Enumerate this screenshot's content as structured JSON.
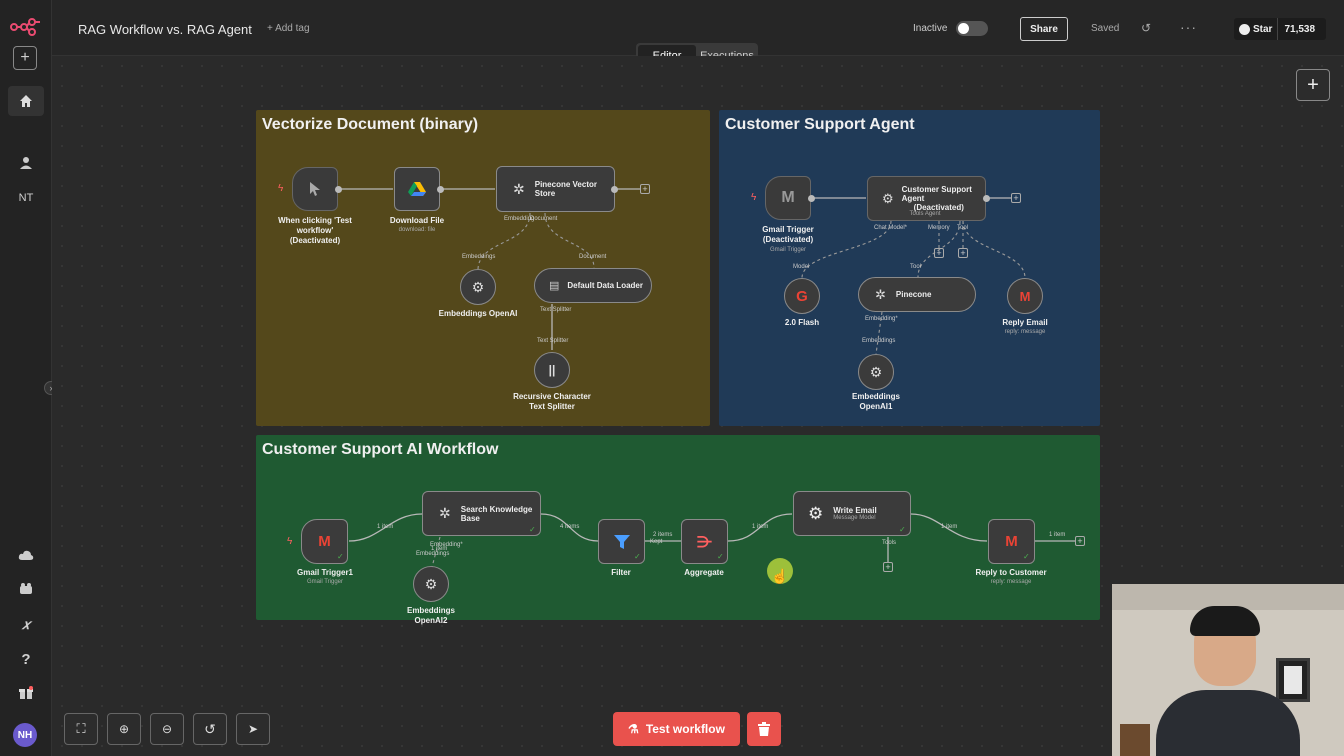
{
  "header": {
    "title": "RAG Workflow vs. RAG Agent",
    "add_tag": "+ Add tag",
    "status_label": "Inactive",
    "share_label": "Share",
    "saved_label": "Saved",
    "star_label": "Star",
    "star_count": "71,538"
  },
  "tabs": [
    {
      "label": "Editor"
    },
    {
      "label": "Executions"
    }
  ],
  "sidebar": {
    "initials": "NT",
    "avatar": "NH"
  },
  "stickies": {
    "vectorize": {
      "title": "Vectorize Document (binary)",
      "color": "#54481b"
    },
    "agent": {
      "title": "Customer Support Agent",
      "color": "#203a57"
    },
    "workflow": {
      "title": "Customer Support AI Workflow",
      "color": "#1f5a32"
    }
  },
  "vectorize": {
    "trigger": {
      "label": "When clicking 'Test\nworkflow'\n(Deactivated)"
    },
    "download": {
      "label": "Download File",
      "sub": "download: file"
    },
    "pinecone": {
      "label": "Pinecone Vector\nStore"
    },
    "embeddings": {
      "label": "Embeddings OpenAI"
    },
    "loader": {
      "label": "Default Data Loader"
    },
    "splitter": {
      "label": "Recursive Character\nText Splitter"
    },
    "edges": {
      "embedding": "Embedding",
      "document": "Document",
      "embeddings": "Embeddings",
      "doc_input": "Document",
      "text_splitter_in": "Text Splitter",
      "text_splitter": "Text Splitter"
    }
  },
  "agent": {
    "gmail": {
      "label": "Gmail Trigger\n(Deactivated)",
      "sub": "Gmail Trigger"
    },
    "support": {
      "label": "Customer Support\nAgent",
      "status": "(Deactivated)",
      "sub": "Tools Agent"
    },
    "flash": {
      "label": "2.0 Flash"
    },
    "pinecone": {
      "label": "Pinecone"
    },
    "reply": {
      "label": "Reply Email",
      "sub": "reply: message"
    },
    "embeddings": {
      "label": "Embeddings\nOpenAI1"
    },
    "edges": {
      "chat_model": "Chat Model*",
      "memory": "Memory",
      "tool": "Tool",
      "model": "Model",
      "tool2": "Tool",
      "embedding": "Embedding*",
      "embeddings": "Embeddings"
    }
  },
  "workflow": {
    "gmail": {
      "label": "Gmail Trigger1",
      "sub": "Gmail Trigger"
    },
    "search": {
      "label": "Search Knowledge\nBase"
    },
    "embeddings": {
      "label": "Embeddings\nOpenAI2"
    },
    "filter": {
      "label": "Filter"
    },
    "aggregate": {
      "label": "Aggregate"
    },
    "write": {
      "label": "Write Email",
      "sub": "Message Model"
    },
    "reply": {
      "label": "Reply to Customer",
      "sub": "reply: message"
    },
    "edges": {
      "e1": "1 item",
      "e2": "4 items",
      "e3": "2 items",
      "e3b": "Kept",
      "e4": "1 item",
      "e5": "1 item",
      "e6": "1 item",
      "embedding": "Embedding*",
      "embeddings": "Embeddings",
      "embed_count": "1 item",
      "tools": "Tools"
    }
  },
  "footer": {
    "test_label": "Test workflow"
  },
  "colors": {
    "accent": "#ff6d5a",
    "test_button": "#e9524d"
  }
}
